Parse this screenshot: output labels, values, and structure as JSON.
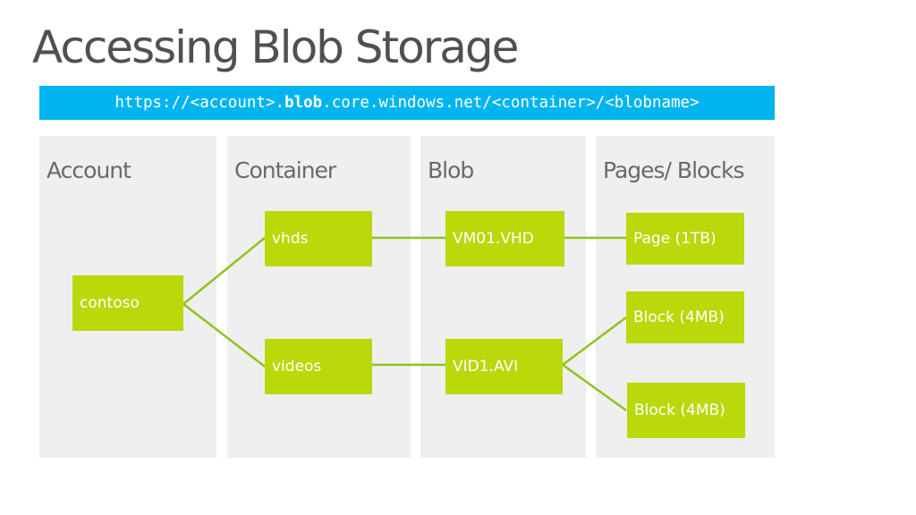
{
  "title": "Accessing Blob Storage",
  "url": {
    "prefix": "https://<account>.",
    "bold": "blob",
    "suffix": ".core.windows.net/<container>/<blobname>"
  },
  "columns": [
    {
      "label": "Account"
    },
    {
      "label": "Container"
    },
    {
      "label": "Blob"
    },
    {
      "label": "Pages/ Blocks"
    }
  ],
  "nodes": {
    "contoso": "contoso",
    "vhds": "vhds",
    "videos": "videos",
    "vm01": "VM01.VHD",
    "vid1": "VID1.AVI",
    "page": "Page (1TB)",
    "block1": "Block (4MB)",
    "block2": "Block (4MB)"
  },
  "colors": {
    "accent_blue": "#00b4f0",
    "node_green": "#bad80a",
    "column_gray": "#efefef"
  }
}
